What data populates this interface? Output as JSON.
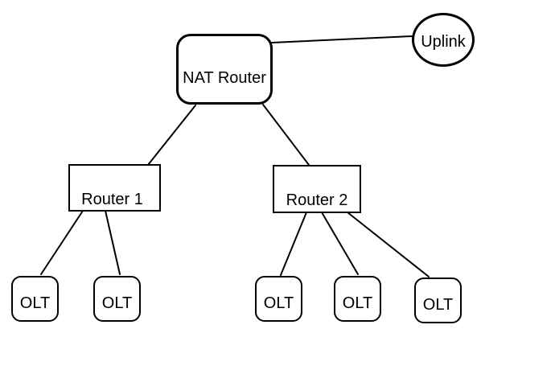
{
  "diagram": {
    "background_color": "#ffffff",
    "stroke_color": "#000000",
    "nodes": {
      "uplink": {
        "label": "Uplink",
        "shape": "ellipse"
      },
      "nat_router": {
        "label": "NAT Router",
        "shape": "rounded-rectangle"
      },
      "router_1": {
        "label": "Router 1",
        "shape": "rectangle"
      },
      "router_2": {
        "label": "Router 2",
        "shape": "rectangle"
      },
      "olt_1": {
        "label": "OLT",
        "shape": "rounded-square"
      },
      "olt_2": {
        "label": "OLT",
        "shape": "rounded-square"
      },
      "olt_3": {
        "label": "OLT",
        "shape": "rounded-square"
      },
      "olt_4": {
        "label": "OLT",
        "shape": "rounded-square"
      },
      "olt_5": {
        "label": "OLT",
        "shape": "rounded-square"
      }
    },
    "edges": [
      {
        "from": "nat_router",
        "to": "uplink"
      },
      {
        "from": "nat_router",
        "to": "router_1"
      },
      {
        "from": "nat_router",
        "to": "router_2"
      },
      {
        "from": "router_1",
        "to": "olt_1"
      },
      {
        "from": "router_1",
        "to": "olt_2"
      },
      {
        "from": "router_2",
        "to": "olt_3"
      },
      {
        "from": "router_2",
        "to": "olt_4"
      },
      {
        "from": "router_2",
        "to": "olt_5"
      }
    ]
  }
}
